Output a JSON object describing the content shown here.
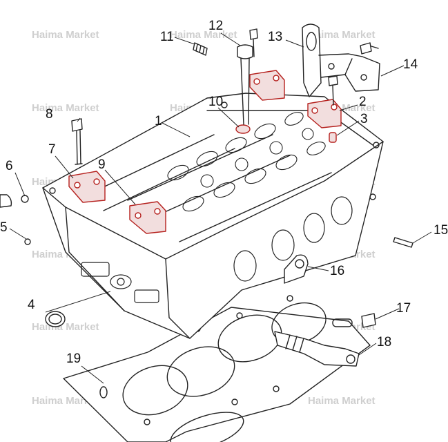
{
  "watermark": {
    "text": "Haima Market",
    "color": "#cfcfcf"
  },
  "callouts": [
    "1",
    "2",
    "3",
    "4",
    "5",
    "6",
    "7",
    "8",
    "9",
    "10",
    "11",
    "12",
    "13",
    "14",
    "15",
    "16",
    "17",
    "18",
    "19"
  ],
  "colors": {
    "line": "#222222",
    "highlight": "#b5201d",
    "highlight_fill": "#f2dede",
    "gasket_fill": "#ffffff"
  }
}
